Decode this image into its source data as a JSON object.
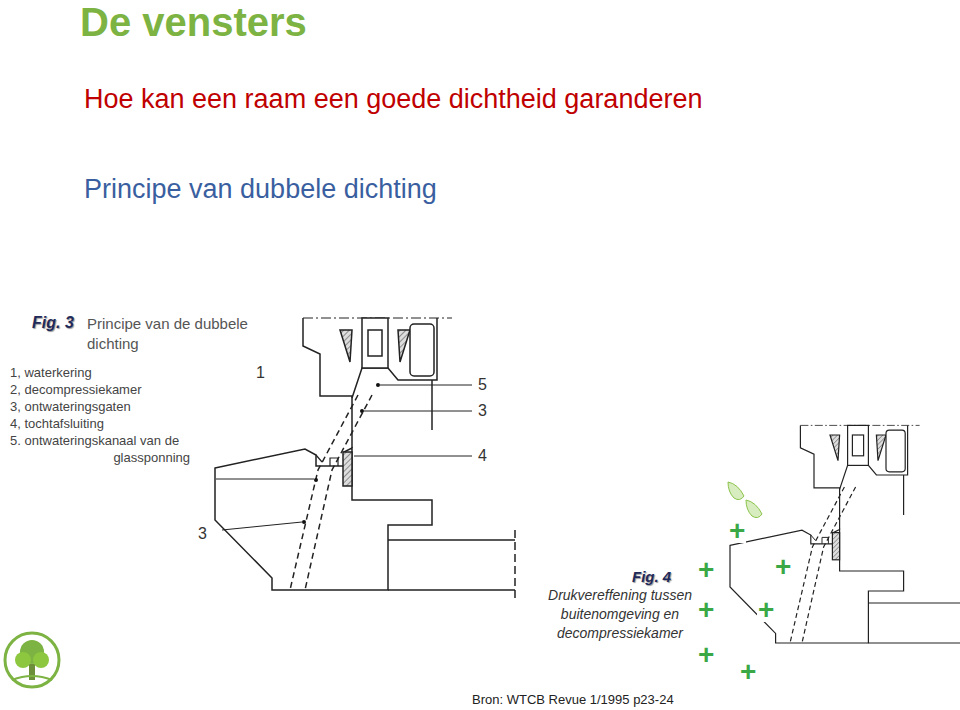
{
  "diagram": {
    "title": "De vensters",
    "labels": [
      "Hoe kan een raam een goede dichtheid garanderen",
      "Principe van dubbele dichting",
      "Fig. 3",
      "Principe van de dubbele dichting",
      "1, waterkering",
      "2, decompressiekamer",
      "3, ontwateringsgaten",
      "4, tochtafsluiting",
      "5. ontwateringskanaal van de glassponning",
      "1",
      "5",
      "3",
      "4",
      "3",
      "Fig. 4",
      "Drukvereffening tussen buitenomgeving en decompressiekamer",
      "+",
      "+",
      "+",
      "+",
      "+",
      "+",
      "+",
      "Bron:  WTCB Revue 1/1995 p23-24"
    ]
  }
}
